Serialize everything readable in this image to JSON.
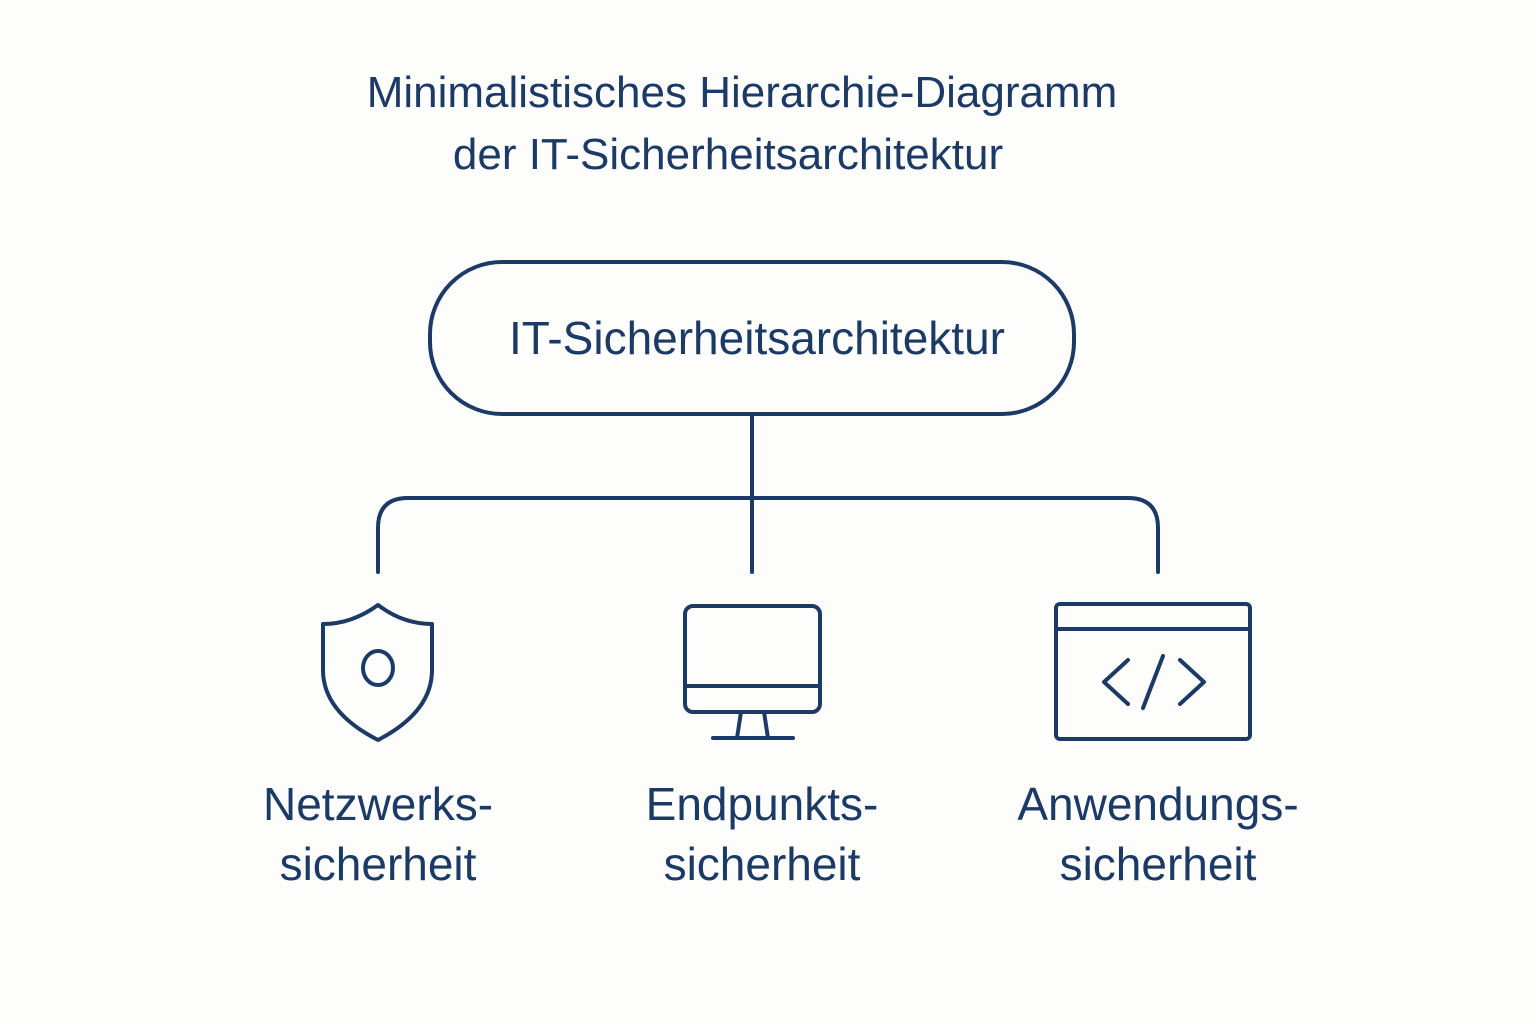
{
  "title": {
    "line1": "Minimalistisches Hierarchie-Diagramm",
    "line2": "der IT-Sicherheitsarchitektur"
  },
  "root": {
    "label": "IT-Sicherheitsarchitektur"
  },
  "children": [
    {
      "line1": "Netzwerks-",
      "line2": "sicherheit",
      "icon": "shield-icon"
    },
    {
      "line1": "Endpunkts-",
      "line2": "sicherheit",
      "icon": "monitor-icon"
    },
    {
      "line1": "Anwendungs-",
      "line2": "sicherheit",
      "icon": "code-window-icon"
    }
  ],
  "colors": {
    "primary": "#1c3a66",
    "background": "#fdfdfc"
  }
}
